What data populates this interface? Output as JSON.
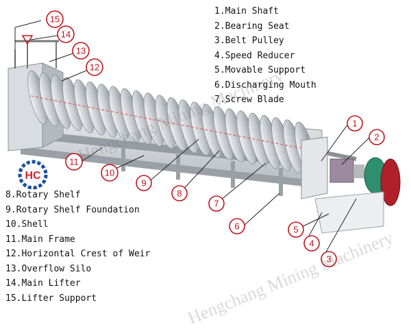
{
  "watermark": "Hengchang Mining Machinery",
  "colors": {
    "callout": "#c0141c",
    "blade": "#c9cdd2",
    "frame": "#dcdfe2",
    "reducer": "#9b8aa0",
    "pulley_green": "#2e8f6e",
    "pulley_red": "#b0202a",
    "logo_blue": "#1c4fa0",
    "logo_red": "#d0262e"
  },
  "logo": {
    "icon": "gear-logo-icon",
    "letters": "HC"
  },
  "legend_top": [
    "1.Main Shaft",
    "2.Bearing Seat",
    "3.Belt Pulley",
    "4.Speed Reducer",
    "5.Movable Support",
    "6.Discharging Mouth",
    "7.Screw Blade"
  ],
  "legend_bottom": [
    "8.Rotary Shelf",
    "9.Rotary Shelf Foundation",
    "10.Shell",
    "11.Main Frame",
    "12.Horizontal Crest of Weir",
    "13.Overflow Silo",
    "14.Main Lifter",
    "15.Lifter Support"
  ],
  "callouts": [
    "1",
    "2",
    "3",
    "4",
    "5",
    "6",
    "7",
    "8",
    "9",
    "10",
    "11",
    "12",
    "13",
    "14",
    "15"
  ]
}
